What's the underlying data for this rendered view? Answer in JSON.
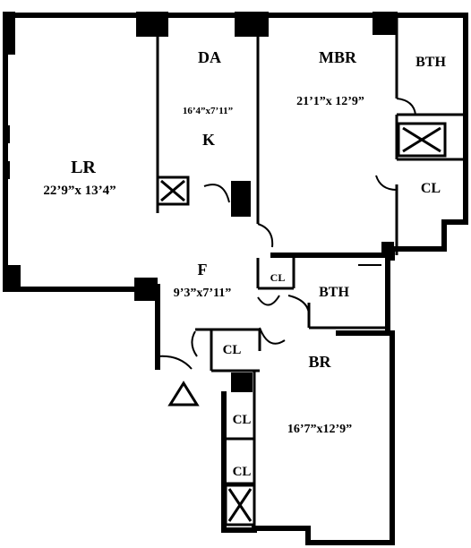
{
  "rooms": {
    "lr": {
      "name": "LR",
      "dims": "22’9”x 13’4”"
    },
    "da": {
      "name": "DA",
      "dims": "16’4”x7’11”"
    },
    "k": {
      "name": "K"
    },
    "mbr": {
      "name": "MBR",
      "dims": "21’1”x 12’9”"
    },
    "bth1": {
      "name": "BTH"
    },
    "cl_mbr": {
      "name": "CL"
    },
    "f": {
      "name": "F",
      "dims": "9’3”x7’11”"
    },
    "cl_small": {
      "name": "CL"
    },
    "bth2": {
      "name": "BTH"
    },
    "cl_foyer": {
      "name": "CL"
    },
    "br": {
      "name": "BR",
      "dims": "16’7”x12’9”"
    },
    "cl_br1": {
      "name": "CL"
    },
    "cl_br2": {
      "name": "CL"
    }
  },
  "colors": {
    "wall": "#000000",
    "background": "#ffffff"
  }
}
